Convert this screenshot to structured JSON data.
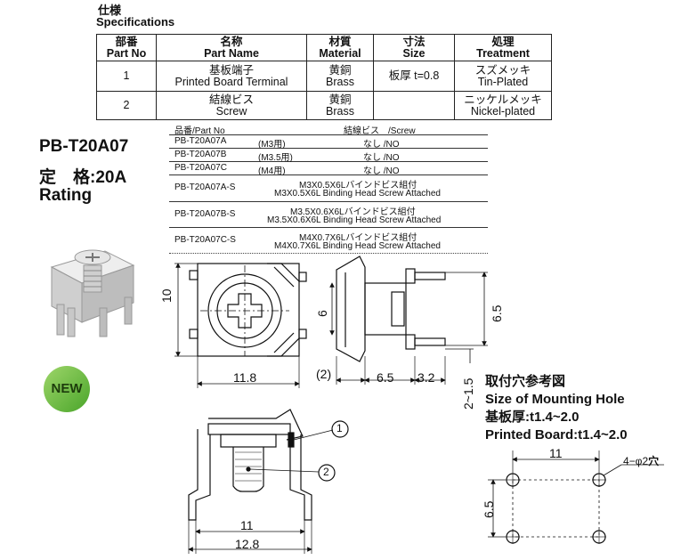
{
  "spec": {
    "title_jp": "仕様",
    "title_en": "Specifications",
    "headers": [
      {
        "jp": "部番",
        "en": "Part No"
      },
      {
        "jp": "名称",
        "en": "Part Name"
      },
      {
        "jp": "材質",
        "en": "Material"
      },
      {
        "jp": "寸法",
        "en": "Size"
      },
      {
        "jp": "処理",
        "en": "Treatment"
      }
    ],
    "rows": [
      {
        "no": "1",
        "name_jp": "基板端子",
        "name_en": "Printed Board Terminal",
        "mat_jp": "黄銅",
        "mat_en": "Brass",
        "size": "板厚 t=0.8",
        "treat_jp": "スズメッキ",
        "treat_en": "Tin-Plated"
      },
      {
        "no": "2",
        "name_jp": "結線ビス",
        "name_en": "Screw",
        "mat_jp": "黄銅",
        "mat_en": "Brass",
        "size": "",
        "treat_jp": "ニッケルメッキ",
        "treat_en": "Nickel-plated"
      }
    ]
  },
  "product": {
    "model": "PB-T20A07",
    "rating_jp": "定　格:20A",
    "rating_en": "Rating",
    "badge": "NEW"
  },
  "parts": {
    "header_part": "品番/Part No",
    "header_screw": "結線ビス　/Screw",
    "rows": [
      {
        "part": "PB-T20A07A",
        "spec": "(M3用)",
        "screw": "なし /NO"
      },
      {
        "part": "PB-T20A07B",
        "spec": "(M3.5用)",
        "screw": "なし /NO"
      },
      {
        "part": "PB-T20A07C",
        "spec": "(M4用)",
        "screw": "なし /NO"
      },
      {
        "part": "PB-T20A07A-S",
        "screw_jp": "M3X0.5X6Lバインドビス組付",
        "screw_en": "M3X0.5X6L Binding Head Screw Attached"
      },
      {
        "part": "PB-T20A07B-S",
        "screw_jp": "M3.5X0.6X6Lバインドビス組付",
        "screw_en": "M3.5X0.6X6L Binding Head Screw Attached"
      },
      {
        "part": "PB-T20A07C-S",
        "screw_jp": "M4X0.7X6Lバインドビス組付",
        "screw_en": "M4X0.7X6L Binding Head Screw Attached"
      }
    ]
  },
  "dims": {
    "front_height": "10",
    "front_width": "11.8",
    "side_inner": "6",
    "side_pin": "6.5",
    "side_bot_2": "(2)",
    "side_bot_65": "6.5",
    "side_bot_32": "3.2",
    "side_15": "2~1.5",
    "sec_inner": "11",
    "sec_outer": "12.8",
    "callout1": "1",
    "callout2": "2",
    "hole_w": "11",
    "hole_h": "6.5",
    "hole_note_prefix": "4−φ2",
    "hole_note_suffix": "穴"
  },
  "mounting": {
    "jp1": "取付穴参考図",
    "en1": "Size of Mounting Hole",
    "jp2": "基板厚:t1.4~2.0",
    "en2": "Printed Board:t1.4~2.0"
  }
}
